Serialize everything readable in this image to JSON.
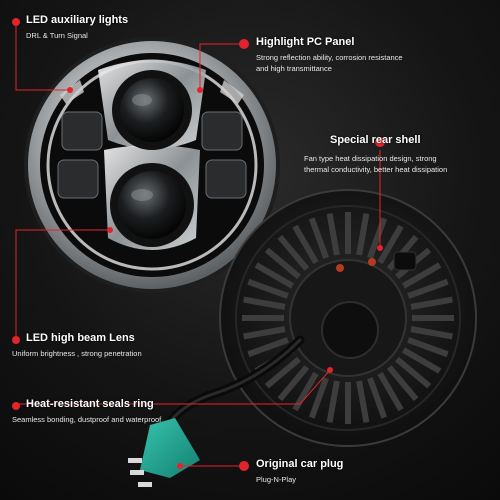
{
  "colors": {
    "accent": "#e2242c",
    "plug": "#1fa393",
    "background": "#141414",
    "chrome": "#cfd3d6"
  },
  "callouts": {
    "led_aux": {
      "title": "LED auxiliary lights",
      "desc": [
        "DRL & Turn Signal"
      ]
    },
    "pc_panel": {
      "title": "Highlight PC Panel",
      "desc": [
        "Strong reflection ability, corrosion resistance",
        "and high transmittance"
      ]
    },
    "rear_shell": {
      "title": "Special rear shell",
      "desc": [
        "Fan type heat dissipation design, strong",
        "thermal conductivity, better heat dissipation"
      ]
    },
    "high_beam": {
      "title": "LED high beam Lens",
      "desc": [
        "Uniform brightness , strong penetration"
      ]
    },
    "seals_ring": {
      "title": "Heat-resistant seals ring",
      "desc": [
        "Seamless bonding, dustproof and waterproof"
      ]
    },
    "car_plug": {
      "title": "Original car plug",
      "desc": [
        "Plug-N-Play"
      ]
    }
  }
}
